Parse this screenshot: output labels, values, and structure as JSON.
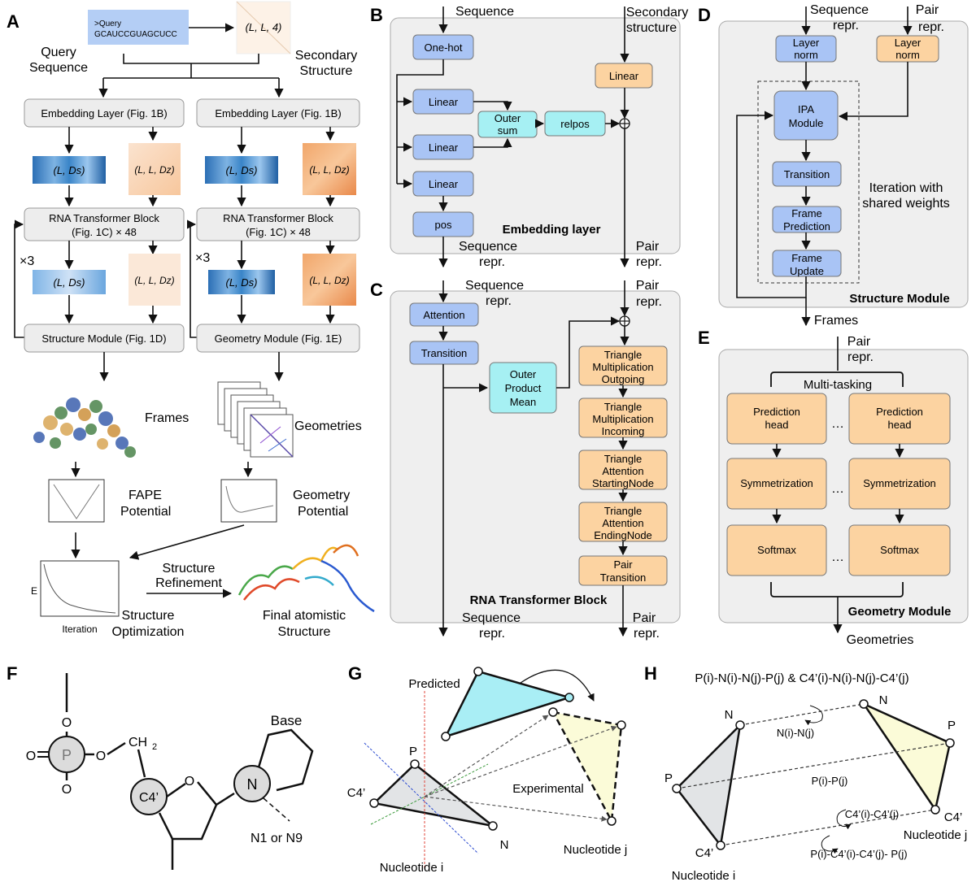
{
  "panels": {
    "A": "A",
    "B": "B",
    "C": "C",
    "D": "D",
    "E": "E",
    "F": "F",
    "G": "G",
    "H": "H"
  },
  "a": {
    "query_line1": ">Query",
    "query_line2": "GCAUCCGUAGCUCC",
    "ss_shape": "(L, L, 4)",
    "query_label1": "Query",
    "query_label2": "Sequence",
    "ss_label1": "Secondary",
    "ss_label2": "Structure",
    "embed_left": "Embedding Layer (Fig. 1B)",
    "embed_right": "Embedding Layer (Fig. 1B)",
    "seq_shape": "(L, Ds)",
    "pair_shape": "(L, L, Dz)",
    "trans_l1": "RNA Transformer Block",
    "trans_l2": "(Fig. 1C) × 48",
    "times3": "×3",
    "struct_module": "Structure Module (Fig. 1D)",
    "geom_module": "Geometry Module (Fig. 1E)",
    "frames": "Frames",
    "geometries": "Geometries",
    "fape1": "FAPE",
    "fape2": "Potential",
    "geom_pot1": "Geometry",
    "geom_pot2": "Potential",
    "energy_axis": "E",
    "iteration_axis": "Iteration",
    "opt1": "Structure",
    "opt2": "Optimization",
    "refine1": "Structure",
    "refine2": "Refinement",
    "final1": "Final atomistic",
    "final2": "Structure"
  },
  "b": {
    "sequence": "Sequence",
    "secondary1": "Secondary",
    "secondary2": "structure",
    "onehot": "One-hot",
    "linear": "Linear",
    "outer_sum1": "Outer",
    "outer_sum2": "sum",
    "relpos": "relpos",
    "pos": "pos",
    "title": "Embedding layer",
    "seq_repr1": "Sequence",
    "seq_repr2": "repr.",
    "pair_repr1": "Pair",
    "pair_repr2": "repr."
  },
  "c": {
    "seq_repr1": "Sequence",
    "seq_repr2": "repr.",
    "pair_repr1": "Pair",
    "pair_repr2": "repr.",
    "attention": "Attention",
    "transition": "Transition",
    "opm1": "Outer",
    "opm2": "Product",
    "opm3": "Mean",
    "tmo": [
      "Triangle",
      "Multiplication",
      "Outgoing"
    ],
    "tmi": [
      "Triangle",
      "Multiplication",
      "Incoming"
    ],
    "tas": [
      "Triangle",
      "Attention",
      "StartingNode"
    ],
    "tae": [
      "Triangle",
      "Attention",
      "EndingNode"
    ],
    "pt": [
      "Pair",
      "Transition"
    ],
    "title": "RNA Transformer Block"
  },
  "d": {
    "seq_repr1": "Sequence",
    "seq_repr2": "repr.",
    "pair_repr1": "Pair",
    "pair_repr2": "repr.",
    "layer1": "Layer",
    "norm": "norm",
    "ipa1": "IPA",
    "ipa2": "Module",
    "transition": "Transition",
    "fp1": "Frame",
    "fp2": "Prediction",
    "fu1": "Frame",
    "fu2": "Update",
    "iter1": "Iteration with",
    "iter2": "shared weights",
    "title": "Structure Module",
    "frames": "Frames"
  },
  "e": {
    "pair_repr1": "Pair",
    "pair_repr2": "repr.",
    "multitask": "Multi-tasking",
    "pred1": "Prediction",
    "pred2": "head",
    "sym": "Symmetrization",
    "softmax": "Softmax",
    "dots": "…",
    "title": "Geometry Module",
    "geometries": "Geometries"
  },
  "f": {
    "o": "O",
    "p": "P",
    "ch2": "CH",
    "c4": "C4’",
    "n": "N",
    "base": "Base",
    "n1n9": "N1 or N9"
  },
  "g": {
    "predicted": "Predicted",
    "experimental": "Experimental",
    "p": "P",
    "c4": "C4’",
    "n": "N",
    "nuc_i": "Nucleotide i",
    "nuc_j": "Nucleotide j"
  },
  "h": {
    "title": "P(i)-N(i)-N(j)-P(j) & C4’(i)-N(i)-N(j)-C4’(j)",
    "n": "N",
    "p": "P",
    "c4": "C4’",
    "nn": "N(i)-N(j)",
    "pp": "P(i)-P(j)",
    "cc": "C4’(i)-C4’(j)",
    "pccp": "P(i)-C4’(i)-C4’(j)- P(j)",
    "nuc_i": "Nucleotide i",
    "nuc_j": "Nucleotide j"
  },
  "colors": {
    "blue_box": "#a9c4f5",
    "orange_box": "#fcd3a1",
    "cyan_box": "#a6f0f3",
    "gray_box": "#ededed",
    "panel_bg": "#efefef",
    "query_box": "#b4cef5",
    "yellow_tri": "#fbfbd8",
    "cyan_tri": "#a9eef5",
    "gray_tri": "#e2e4e6"
  }
}
